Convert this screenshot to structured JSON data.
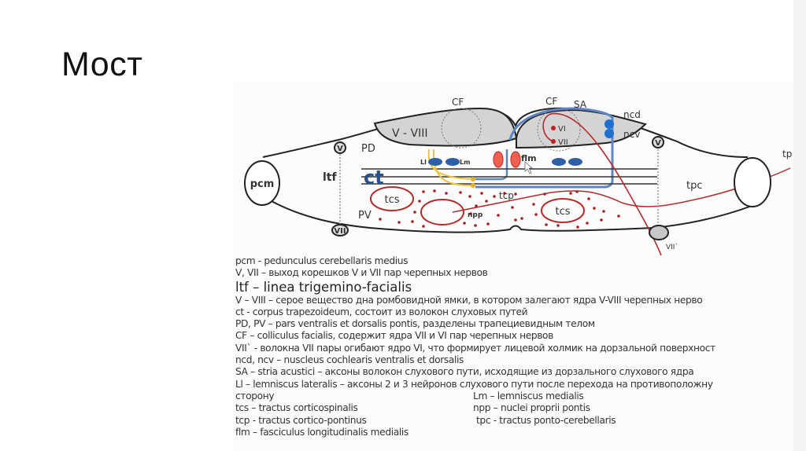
{
  "slide": {
    "title": "Мост"
  },
  "diagram": {
    "labels": {
      "pcm": "pcm",
      "ltf": "ltf",
      "ct": "ct",
      "pd": "PD",
      "pv": "PV",
      "v_viii": "V - VIII",
      "cf_left": "CF",
      "cf_right": "CF",
      "sa": "SA",
      "ncd": "ncd",
      "ncv": "ncv",
      "vi": "VI",
      "vii_nucleus": "VII",
      "v_left": "V",
      "v_right": "V",
      "vii_root": "VII",
      "vii_prime": "VII`",
      "ll": "Ll",
      "lm": "Lm",
      "flm": "flm",
      "tcs_left": "tcs",
      "tcs_right": "tcs",
      "tcp": "tcp",
      "npp": "npp",
      "tpc": "tpc",
      "tp_edge": "tp"
    },
    "colors": {
      "outline": "#222222",
      "gray_matter": "#d4d4d4",
      "tract_red": "#b52a2a",
      "auditory_blue": "#5f86c4",
      "nucleus_blue": "#1f6fd0",
      "lemniscus_blue": "#2d5fa6",
      "lateral_yellow": "#f0c23a",
      "flm_fill": "#f0614f",
      "ct_text": "#2a4f8f"
    }
  },
  "legend": {
    "rows": [
      {
        "text": "pcm - pedunculus  cerebellaris medius"
      },
      {
        "text": "V, VII – выход корешков V и VII пар черепных нервов"
      },
      {
        "text": "ltf – linea  trigemino-facialis",
        "big": true
      },
      {
        "text": "V – VIII – серое вещество дна ромбовидной  ямки, в котором залегают ядра V-VIII черепных  нерво"
      },
      {
        "text": "ct  - corpus trapezoideum, состоит из волокон слуховых путей"
      },
      {
        "text": "PD, PV – pars ventralis et dorsalis pontis, разделены трапециевидным телом"
      },
      {
        "text": "CF – colliculus facialis, содержит ядра VII и VI  пар черепных нервов"
      },
      {
        "text": "VII` - волокна VII пары огибают ядро VI, что формирует лицевой холмик на дорзальной поверхност"
      },
      {
        "text": "ncd, ncv – nuscleus cochlearis ventralis et dorsalis"
      },
      {
        "text": "SA – stria acustici – аксоны волокон слухового пути, исходящие из дорзального слухового ядра"
      },
      {
        "text": "Ll – lemniscus  lateralis – аксоны 2 и 3 нейронов слухового пути после перехода на противоположну"
      },
      {
        "text": "сторону",
        "col2": "Lm – lemniscus medialis"
      },
      {
        "text": "tcs – tractus corticospinalis",
        "col2": "npp – nuclei proprii pontis"
      },
      {
        "text": "tcp  - tractus cortico-pontinus",
        "col2": "tpc -  tractus  ponto-cerebellaris"
      },
      {
        "text": "flm – fasciculus longitudinalis medialis"
      }
    ]
  }
}
